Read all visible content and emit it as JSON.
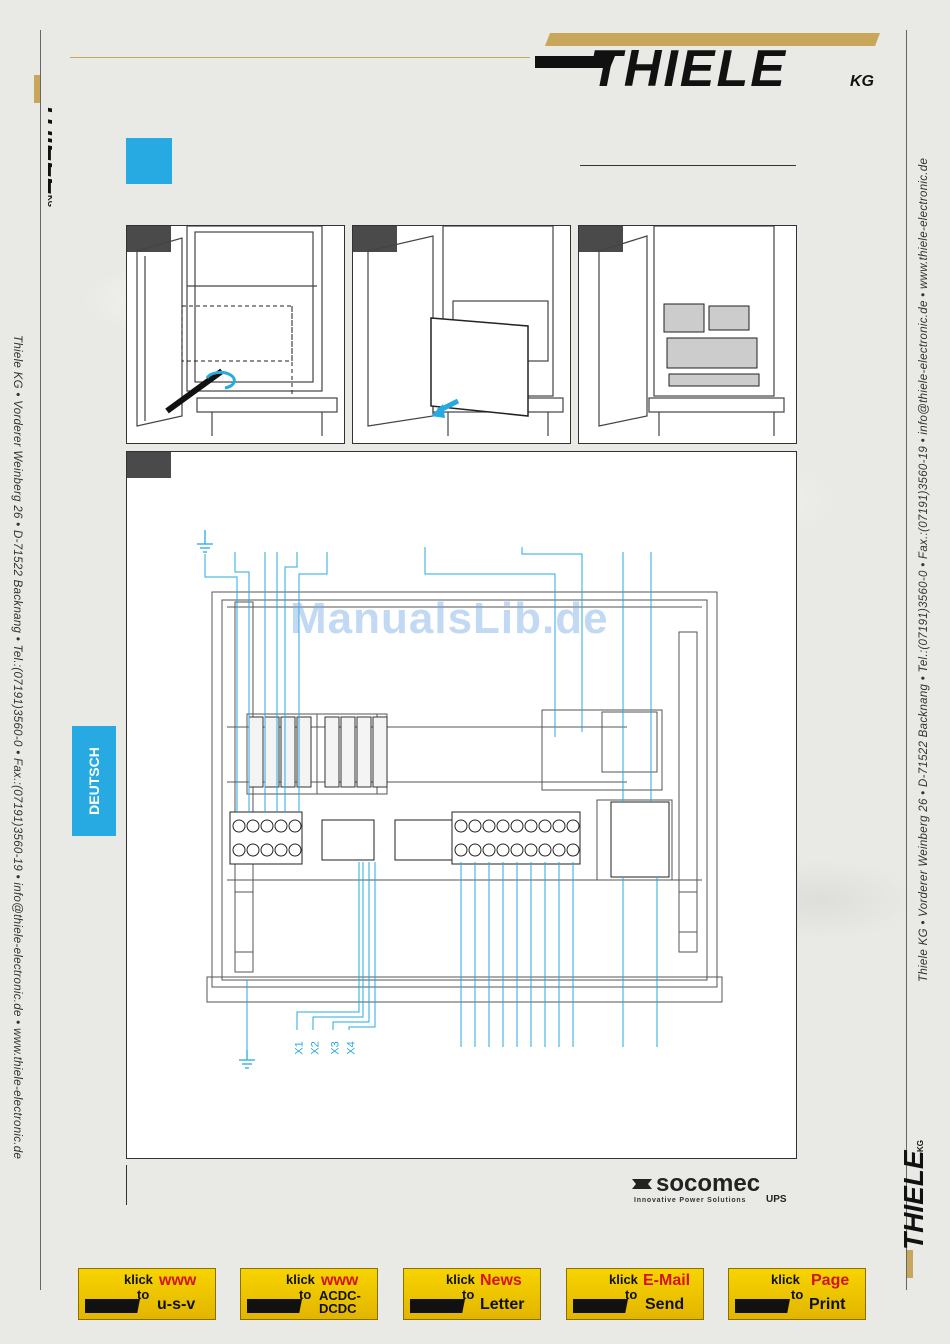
{
  "brand": {
    "logo_text": "THIELE",
    "logo_suffix": "KG"
  },
  "side_left": {
    "address": "Thiele KG • Vorderer Weinberg 26 • D-71522 Backnang • Tel.:(07191)3560-0 • Fax.:(07191)3560-19 • info@thiele-electronic.de • www.thiele-electronic.de"
  },
  "side_right": {
    "address": "Thiele KG • Vorderer Weinberg 26 • D-71522 Backnang • Tel.:(07191)3560-0 • Fax.:(07191)3560-19 • info@thiele-electronic.de • www.thiele-electronic.de"
  },
  "language_tab": "DEUTSCH",
  "watermark": "ManualsLib.de",
  "terminal_labels": [
    "X1",
    "X2",
    "X3",
    "X4"
  ],
  "footer_brand": {
    "name": "socomec",
    "tagline": "Innovative Power Solutions",
    "suffix": "UPS"
  },
  "bottom_buttons": [
    {
      "klick": "klick",
      "to": "to",
      "line1": "www",
      "line2": "u-s-v"
    },
    {
      "klick": "klick",
      "to": "to",
      "line1": "www",
      "line2": "ACDC-DCDC"
    },
    {
      "klick": "klick",
      "to": "to",
      "line1": "News",
      "line2": "Letter"
    },
    {
      "klick": "klick",
      "to": "to",
      "line1": "E-Mail",
      "line2": "Send"
    },
    {
      "klick": "klick",
      "to": "to",
      "line1": "Page",
      "line2": "Print"
    }
  ],
  "colors": {
    "accent_blue": "#27a9e1",
    "logo_gold": "#c9a75a",
    "button_yellow": "#f2c800",
    "button_red": "#d4131b"
  }
}
